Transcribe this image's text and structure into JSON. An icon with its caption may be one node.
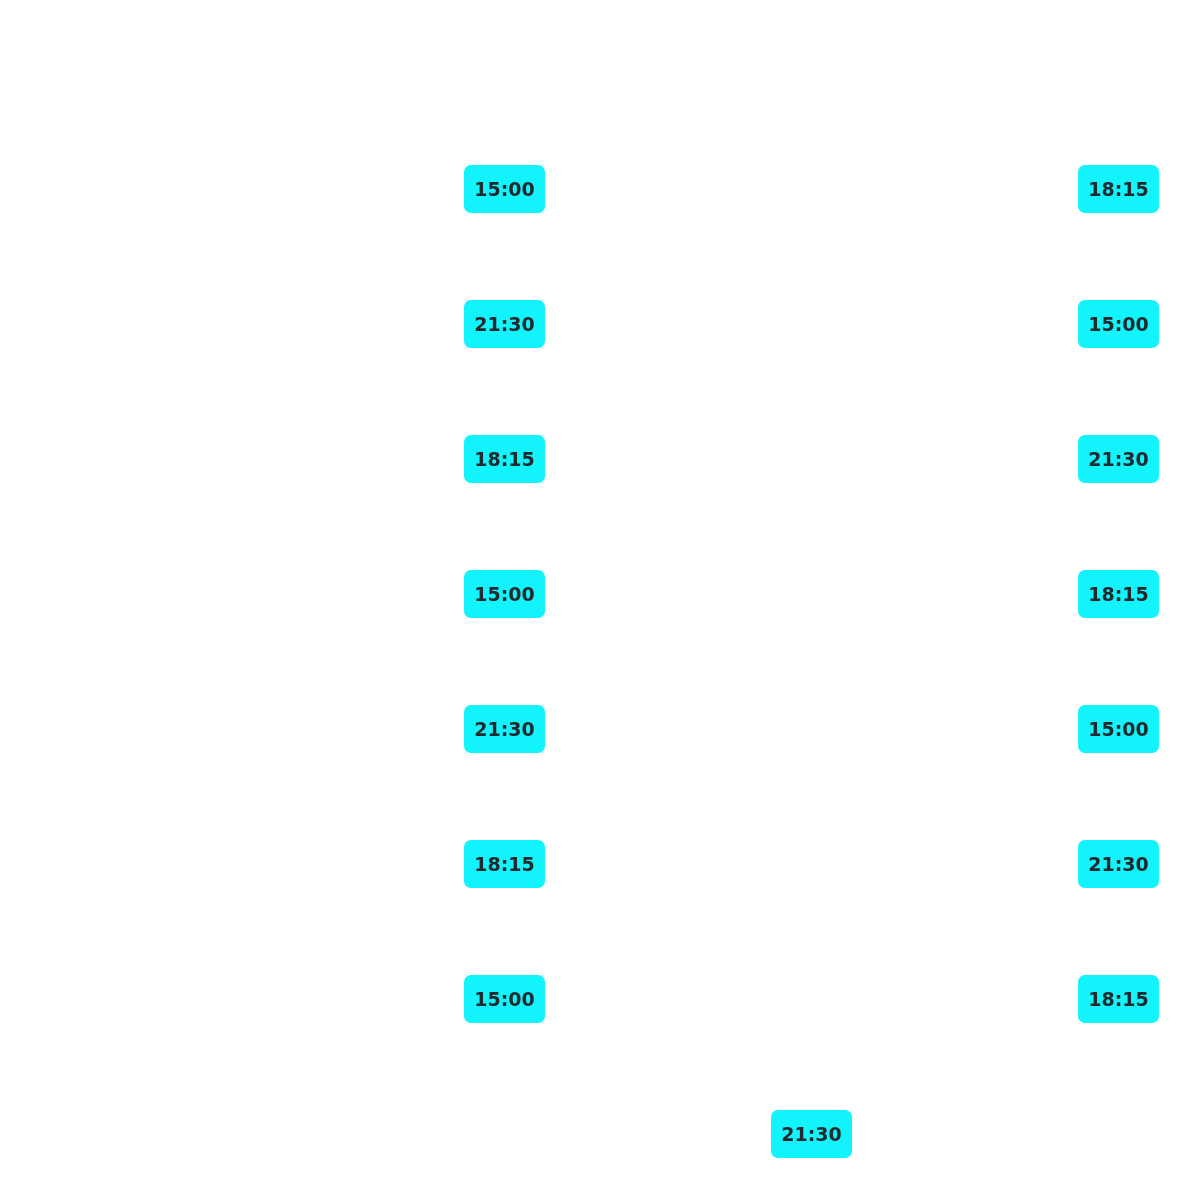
{
  "diagram": {
    "nodes": [
      {
        "text": [
          "15:00"
        ]
      },
      {
        "text": [
          "18:15"
        ]
      },
      {
        "text": [
          "21:30"
        ]
      },
      {
        "text": [
          "15:00"
        ]
      },
      {
        "text": [
          "18:15"
        ]
      },
      {
        "text": [
          "21:30"
        ]
      },
      {
        "text": [
          "15:00"
        ]
      },
      {
        "text": [
          "18:15"
        ]
      },
      {
        "text": [
          "21:30"
        ]
      },
      {
        "text": [
          "15:00"
        ]
      },
      {
        "text": [
          "18:15"
        ]
      },
      {
        "text": [
          "21:30"
        ]
      },
      {
        "text": [
          "15:00"
        ]
      },
      {
        "text": [
          "18:15"
        ]
      },
      {
        "text": [
          "21:30"
        ]
      }
    ]
  }
}
